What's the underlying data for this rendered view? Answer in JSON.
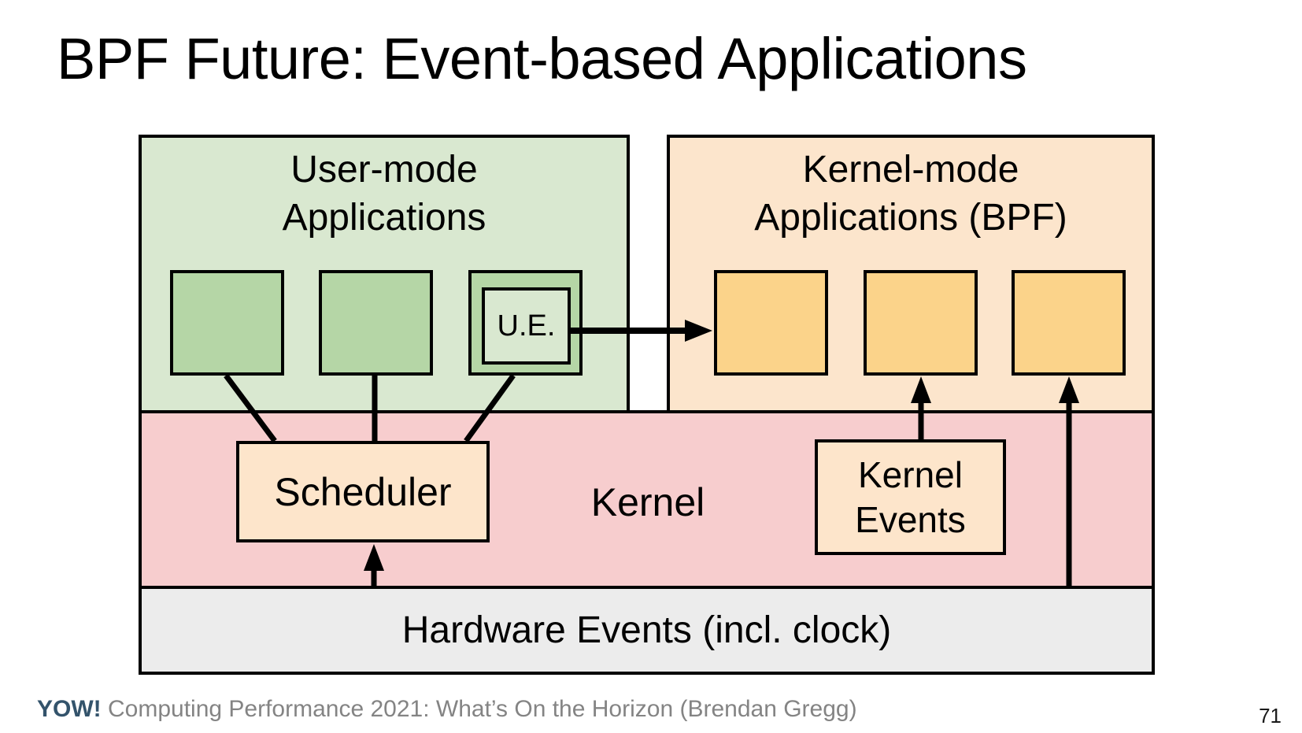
{
  "slide": {
    "title": "BPF Future: Event-based Applications",
    "page_number": "71",
    "footer": {
      "brand": "YOW!",
      "text": " Computing Performance 2021: What’s On the Horizon (Brendan Gregg)"
    }
  },
  "diagram": {
    "user_mode": {
      "label": "User-mode\nApplications",
      "ue_label": "U.E."
    },
    "kernel_mode": {
      "label": "Kernel-mode\nApplications (BPF)"
    },
    "kernel": {
      "label": "Kernel",
      "scheduler": "Scheduler",
      "kernel_events": "Kernel\nEvents"
    },
    "hardware": {
      "label": "Hardware Events (incl. clock)"
    }
  },
  "colors": {
    "user_mode_bg": "#d9e8d0",
    "user_app_bg": "#b5d6a6",
    "kernel_mode_bg": "#fce5cc",
    "bpf_app_bg": "#fbd38a",
    "kernel_bg": "#f7cdce",
    "event_box_bg": "#fde5cb",
    "hardware_bg": "#ececec",
    "line_color": "#000000",
    "footer_brand": "#33536b",
    "footer_text": "#848484",
    "page_num_color": "#1a1a1a"
  }
}
